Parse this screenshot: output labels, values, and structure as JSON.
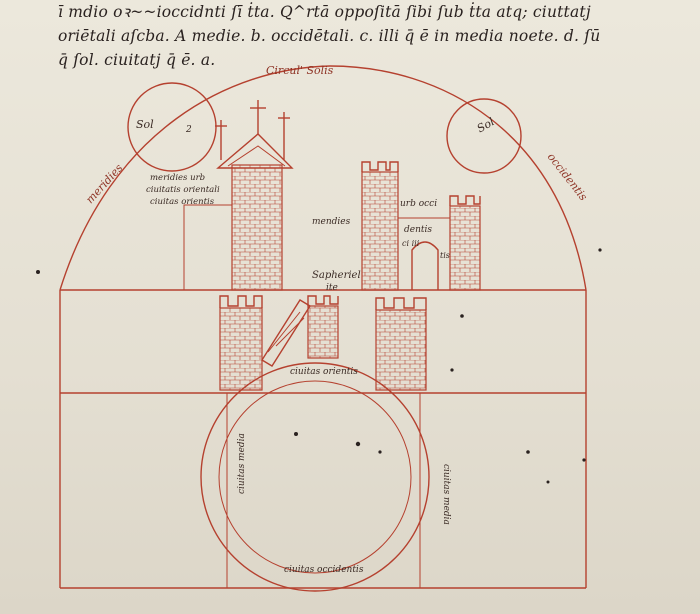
{
  "manuscript": {
    "text_lines": [
      "ī mdio oꝛ~~ioccidnti ſī ṫta. Q^rtā oppoſitā ſibi ſub ṫta atq; ciuttatj",
      "oriētali aſcba. A medie. b. occidētali. c. illi q̄ ē in media noete. d. ſū",
      "q̄ ſol. ciuitatj q̄ ē. a."
    ]
  },
  "diagram": {
    "labels": {
      "circulus_solis": "Circul' Solis",
      "sol_left": "Sol",
      "sol_left_mark": "2",
      "sol_right": "Sol",
      "meridies_arc": "meridies",
      "occidentis_arc": "occidentis",
      "meridies_urbs": "meridies urb",
      "ciuitatis_orientalis": "ciuitatis orientali",
      "ciuitas_orientis_top": "ciuitas orientis",
      "mendies": "mendies",
      "urbs_occi": "urb occi",
      "dentis": "dentis",
      "ci_iii": "ci  iii",
      "tis": "tis",
      "sepheriel": "Sapheriel",
      "ite": "ite",
      "ciuitas_orientis_circle": "ciuitas orientis",
      "ciuitas_media_left": "ciuitas media",
      "ciuitas_media_right": "ciuitas media",
      "ciuitas_occidentis": "ciuitas occidentis"
    }
  },
  "colors": {
    "ink_red": "#b5412f",
    "ink_dark": "#2a2220",
    "parchment": "#e7e2d6"
  }
}
